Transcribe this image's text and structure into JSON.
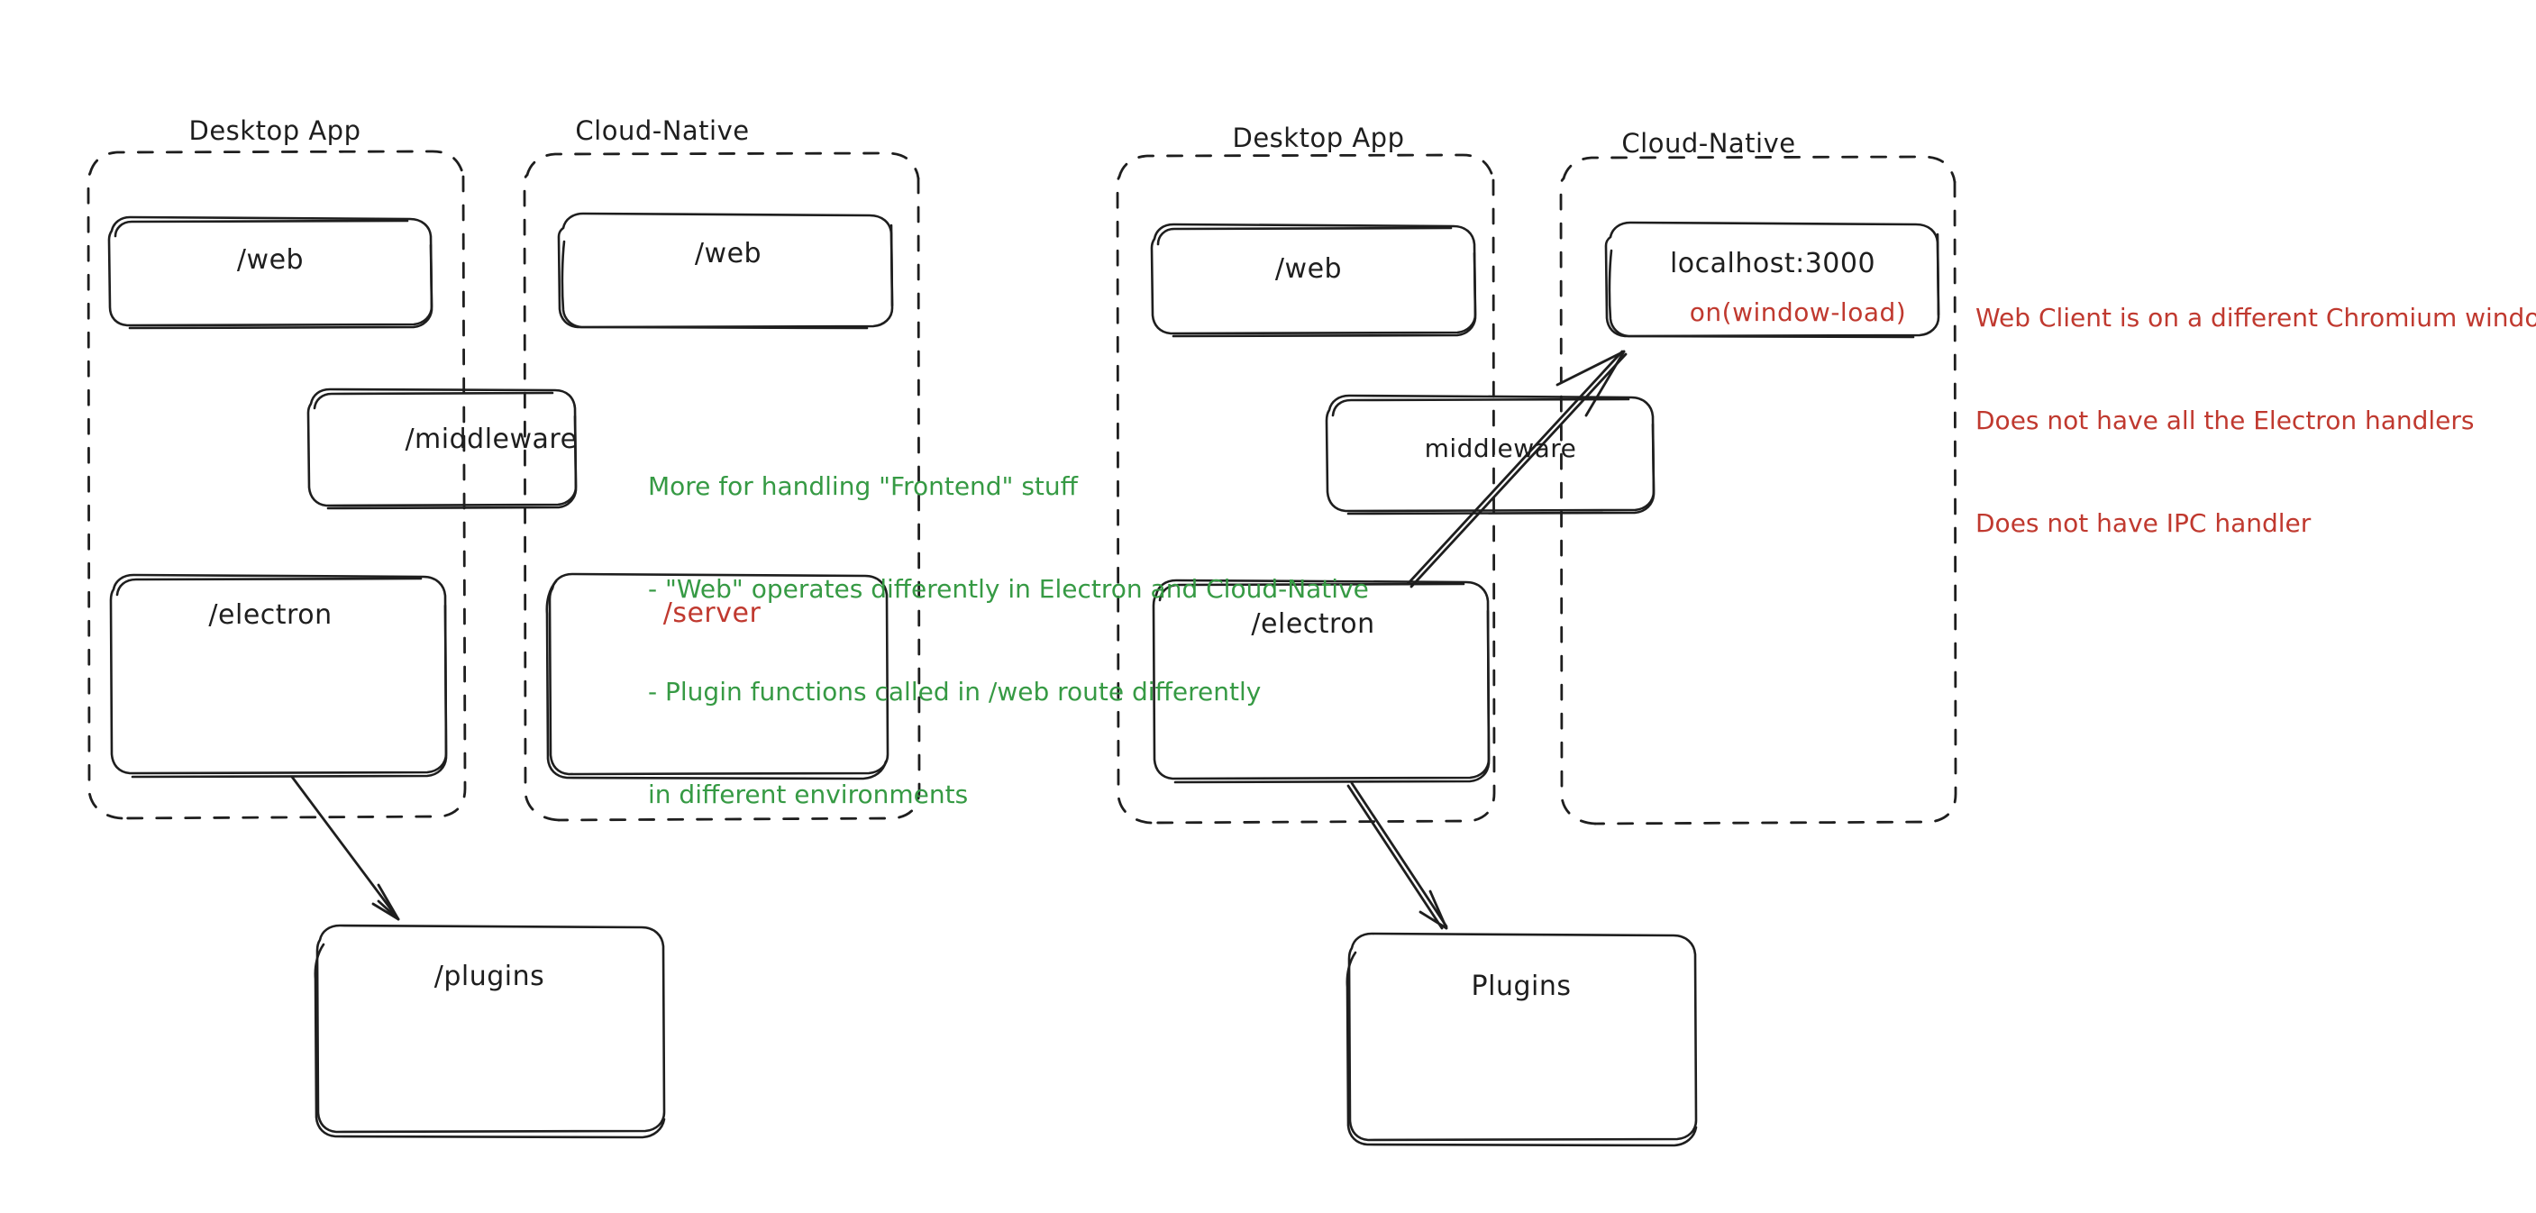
{
  "diagram": {
    "title_hidden": true,
    "style": "hand-drawn sketch / excalidraw",
    "colors": {
      "stroke": "#1e1e1e",
      "background": "#ffffff",
      "red": "#c0392f",
      "green": "#369a44"
    },
    "panels": [
      {
        "id": "left-desktop",
        "title": "Desktop App",
        "nodes": [
          {
            "id": "left-web",
            "label": "/web",
            "color": "#1e1e1e"
          },
          {
            "id": "left-middleware",
            "label": "/middleware",
            "color": "#1e1e1e"
          },
          {
            "id": "left-electron",
            "label": "/electron",
            "color": "#1e1e1e"
          }
        ]
      },
      {
        "id": "left-cloud",
        "title": "Cloud-Native",
        "nodes": [
          {
            "id": "left-cloud-web",
            "label": "/web",
            "color": "#1e1e1e"
          },
          {
            "id": "left-server",
            "label": "/server",
            "color": "#c0392f"
          }
        ]
      },
      {
        "id": "right-desktop",
        "title": "Desktop App",
        "nodes": [
          {
            "id": "right-web",
            "label": "/web",
            "color": "#1e1e1e"
          },
          {
            "id": "right-middleware",
            "label": "middleware",
            "color": "#1e1e1e"
          },
          {
            "id": "right-electron",
            "label": "/electron",
            "color": "#1e1e1e"
          }
        ]
      },
      {
        "id": "right-cloud",
        "title": "Cloud-Native",
        "nodes": [
          {
            "id": "right-localhost",
            "label": "localhost:3000",
            "color": "#1e1e1e"
          },
          {
            "id": "right-localhost-sub",
            "label": "on(window-load)",
            "color": "#c0392f"
          }
        ]
      }
    ],
    "standalone_nodes": [
      {
        "id": "left-plugins",
        "label": "/plugins",
        "color": "#1e1e1e"
      },
      {
        "id": "right-plugins",
        "label": "Plugins",
        "color": "#1e1e1e"
      }
    ],
    "annotations": {
      "green_note": {
        "color": "#369a44",
        "lines": [
          "More for handling \"Frontend\" stuff",
          "- \"Web\" operates differently in Electron and Cloud-Native",
          "- Plugin functions called in /web route differently",
          "in different environments"
        ]
      },
      "red_note": {
        "color": "#c0392f",
        "lines": [
          "Web Client is on a different Chromium window",
          "Does not have all the Electron handlers",
          "Does not have IPC handler"
        ]
      }
    },
    "arrows": [
      {
        "id": "arrow-left-electron-to-plugins",
        "from": "left-electron",
        "to": "left-plugins"
      },
      {
        "id": "arrow-right-electron-to-plugins",
        "from": "right-electron",
        "to": "right-plugins"
      },
      {
        "id": "arrow-right-electron-to-localhost",
        "from": "right-electron",
        "to": "right-localhost"
      }
    ]
  }
}
